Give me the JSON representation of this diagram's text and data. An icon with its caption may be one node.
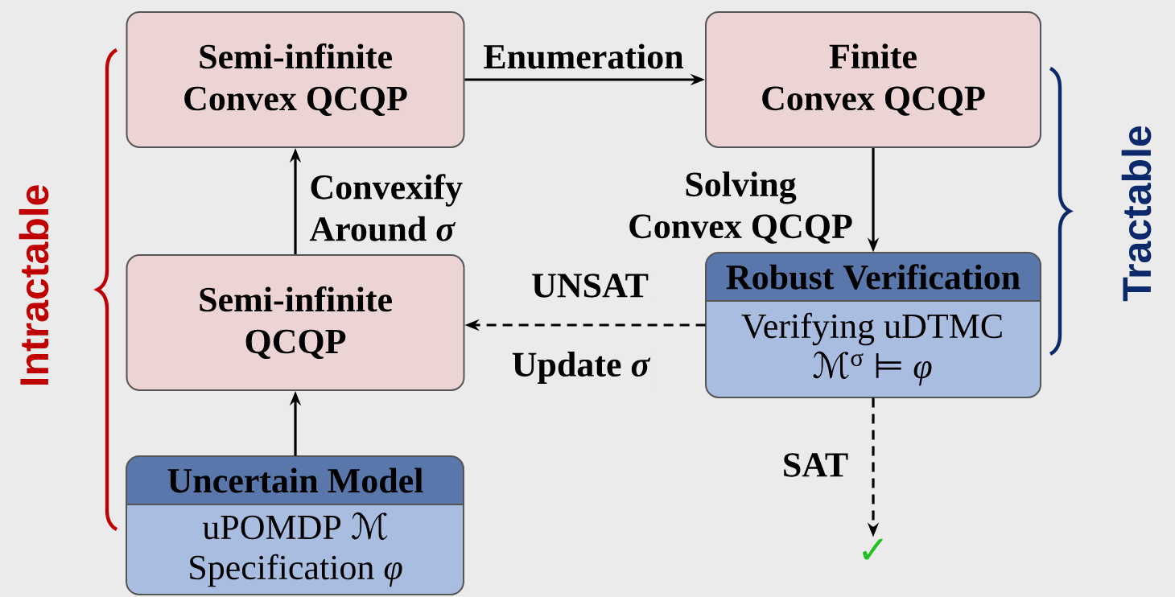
{
  "diagram": {
    "nodes": [
      {
        "text": [
          "Semi-infinite Convex QCQP"
        ]
      },
      {
        "text": [
          "Finite Convex QCQP"
        ]
      },
      {
        "text": [
          "Semi-infinite QCQP"
        ]
      },
      {
        "text": [
          "Robust Verification",
          "Verifying uDTMC ℳ$^{σ}$ ⊨ *φ*"
        ]
      },
      {
        "text": [
          "Uncertain Model",
          "uPOMDP ℳ Specification *φ*"
        ]
      },
      {
        "text": [
          "✓"
        ]
      }
    ],
    "edges": [
      {
        "from": 0,
        "to": 1,
        "arrow": "to",
        "label": "Enumeration"
      },
      {
        "from": 2,
        "to": 0,
        "arrow": "to",
        "label": "Convexify Around *σ*"
      },
      {
        "from": 1,
        "to": 3,
        "arrow": "to",
        "label": "Solving Convex QCQP"
      },
      {
        "from": 3,
        "to": 2,
        "arrow": "to",
        "label": "UNSAT",
        "style": "dashed"
      },
      {
        "from": 4,
        "to": 2,
        "arrow": "to"
      },
      {
        "from": 3,
        "to": 5,
        "arrow": "to",
        "label": "SAT",
        "style": "dashed"
      }
    ],
    "labels": [
      "Intractable",
      "Tractable",
      "Update *σ*"
    ]
  }
}
